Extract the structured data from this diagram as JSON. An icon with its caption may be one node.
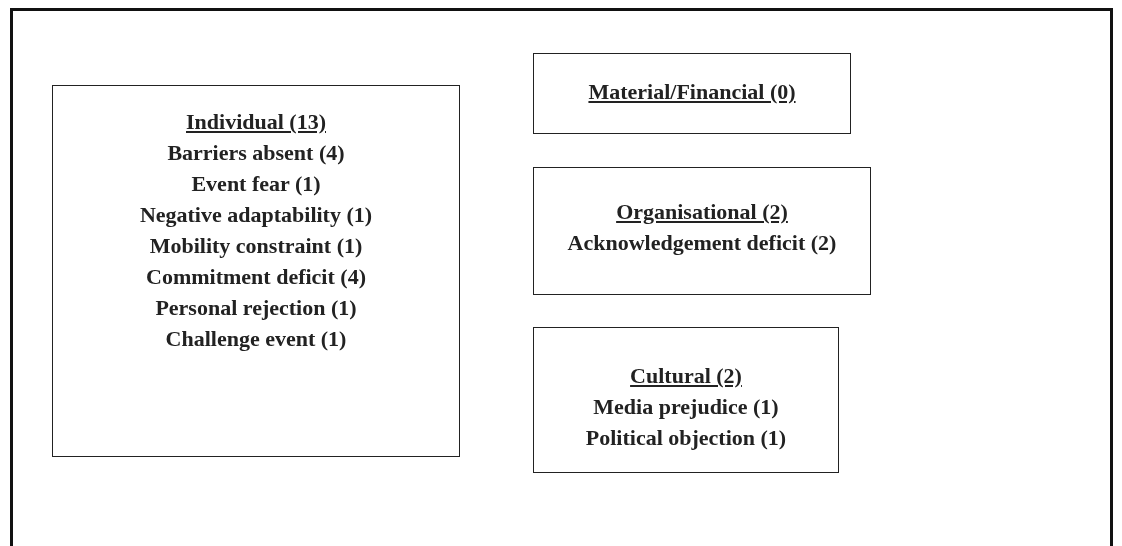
{
  "diagram": {
    "nodes": [
      {
        "text": [],
        "shape": "box"
      },
      {
        "text": [
          "Individual (13)",
          "Barriers absent (4)",
          "Event fear (1)",
          "Negative adaptability (1)",
          "Mobility constraint (1)",
          "Commitment deficit (4)",
          "Personal rejection (1)",
          "Challenge event (1)"
        ],
        "in": 0
      },
      {
        "text": [
          "Material/Financial (0)"
        ],
        "in": 0
      },
      {
        "text": [
          "Organisational (2)",
          "Acknowledgement deficit (2)"
        ],
        "in": 0
      },
      {
        "text": [
          "Cultural (2)",
          "Media prejudice (1)",
          "Political objection (1)"
        ],
        "in": 0
      }
    ]
  }
}
